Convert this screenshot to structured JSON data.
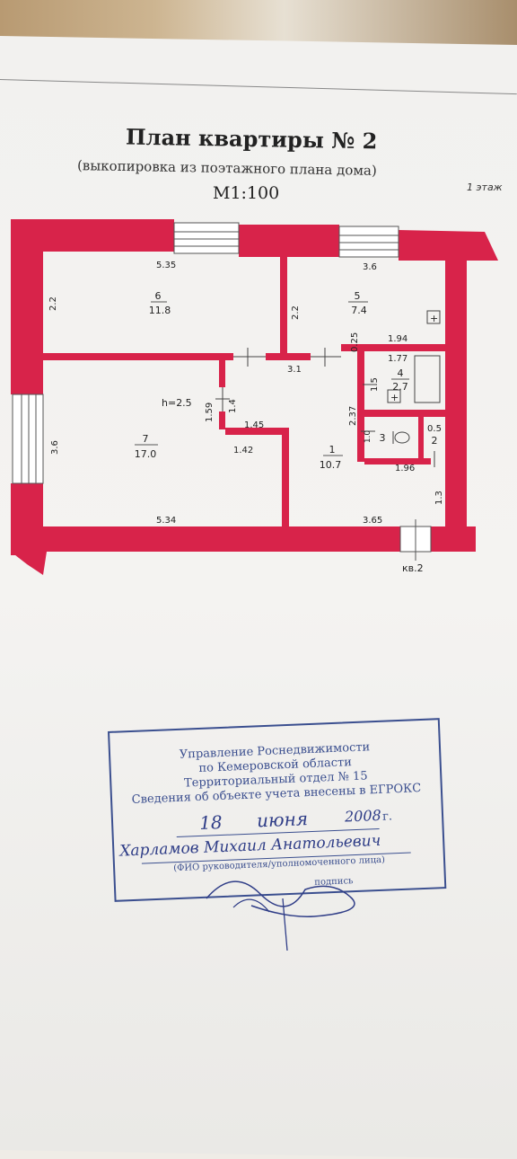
{
  "document": {
    "title": "План квартиры № 2",
    "subtitle": "(выкопировка из поэтажного плана дома)",
    "scale": "М1:100",
    "floor": "1 этаж"
  },
  "plan": {
    "ceiling_height": "h=2.5",
    "apartment_label": "кв.2",
    "wall_color": "#d8234a",
    "rooms": [
      {
        "number": "6",
        "area": "11.8"
      },
      {
        "number": "5",
        "area": "7.4"
      },
      {
        "number": "7",
        "area": "17.0"
      },
      {
        "number": "1",
        "area": "10.7"
      },
      {
        "number": "4",
        "area": "2.7"
      },
      {
        "number": "3",
        "area": "1.0"
      },
      {
        "number": "2",
        "area": "0.5"
      }
    ],
    "dimensions": {
      "room6_top": "5.35",
      "room5_top": "3.6",
      "room6_left": "2.2",
      "room5_left": "2.2",
      "room5_bottom_gap": "0.25",
      "room5_bottom": "1.94",
      "corridor_top": "3.1",
      "room4_top": "1.77",
      "room4_side": "1.5",
      "door_side_1": "1.59",
      "door_side_2": "1.4",
      "corridor_mid": "1.45",
      "corridor_low": "1.42",
      "room7_left": "3.6",
      "bath_side": "2.37",
      "room1_right_top": "1.96",
      "room1_right": "1.3",
      "room7_bottom": "5.34",
      "room1_bottom": "3.65"
    }
  },
  "stamp": {
    "lines": [
      "Управление Роснедвижимости",
      "по Кемеровской области",
      "Территориальный отдел № 15",
      "Сведения об объекте учета внесены в ЕГРОКС"
    ],
    "date_day": "18",
    "date_month": "июня",
    "date_year": "2008",
    "year_suffix": "г.",
    "person_name": "Харламов Михаил Анатольевич",
    "name_caption": "(ФИО руководителя/уполномоченного лица)",
    "signature_caption": "подпись",
    "color": "#3b4f8f"
  }
}
